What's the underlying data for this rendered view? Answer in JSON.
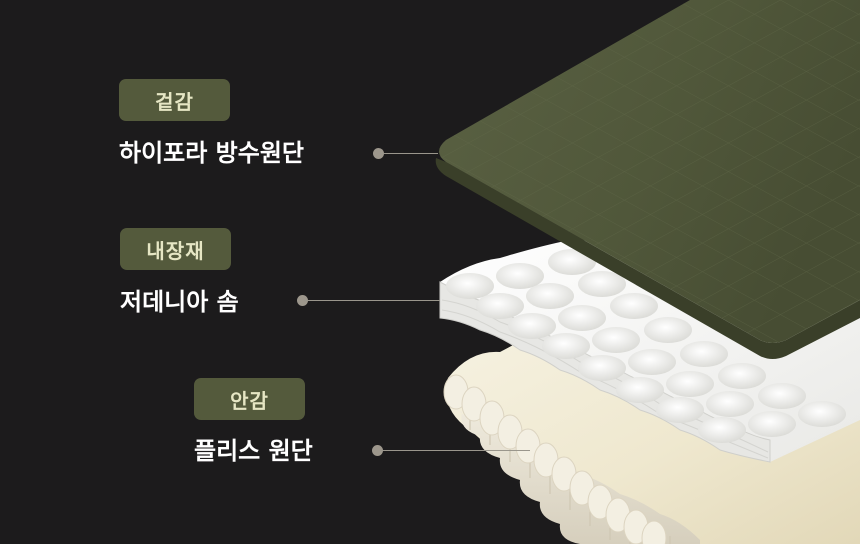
{
  "layers": [
    {
      "id": "outer",
      "category": "겉감",
      "material": "하이포라 방수원단",
      "color": "#545a3c"
    },
    {
      "id": "filling",
      "category": "내장재",
      "material": "저데니아 솜",
      "color": "#f4f4f2"
    },
    {
      "id": "inner",
      "category": "안감",
      "material": "플리스 원단",
      "color": "#efe9d6"
    }
  ],
  "badge_color": "#545a3c",
  "badge_text_color": "#e6e6c4"
}
